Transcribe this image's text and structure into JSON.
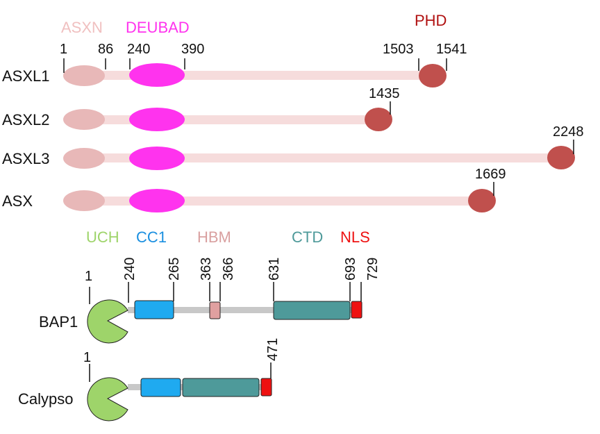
{
  "domains_legend": {
    "asxn": "ASXN",
    "deubad": "DEUBAD",
    "phd": "PHD",
    "uch": "UCH",
    "cc1": "CC1",
    "hbm": "HBM",
    "ctd": "CTD",
    "nls": "NLS"
  },
  "colors": {
    "asxn": "#e8b8b8",
    "deubad": "#ff33ee",
    "phd": "#c0504d",
    "backbone_asx": "#f6dcdc",
    "uch": "#9ed46a",
    "cc1": "#1faaf0",
    "hbm": "#e0a0a0",
    "ctd": "#4e9a9a",
    "nls": "#ee1111",
    "backbone_bap": "#c8c8c8",
    "legend_asxn": "#f0c0c0",
    "legend_deubad": "#ff33ee",
    "legend_phd": "#b01010",
    "legend_uch": "#9ed46a",
    "legend_cc1": "#1a8fe0",
    "legend_hbm": "#d9a0a0",
    "legend_ctd": "#4e9a9a",
    "legend_nls": "#ee1111"
  },
  "asx_proteins": [
    {
      "name": "ASXL1",
      "positions": [
        "1",
        "86",
        "240",
        "390",
        "1503",
        "1541"
      ]
    },
    {
      "name": "ASXL2",
      "positions": [
        "1435"
      ]
    },
    {
      "name": "ASXL3",
      "positions": [
        "2248"
      ]
    },
    {
      "name": "ASX",
      "positions": [
        "1669"
      ]
    }
  ],
  "bap_proteins": [
    {
      "name": "BAP1",
      "positions": [
        "1",
        "240",
        "265",
        "363",
        "366",
        "631",
        "693",
        "729"
      ]
    },
    {
      "name": "Calypso",
      "positions": [
        "1",
        "471"
      ]
    }
  ]
}
